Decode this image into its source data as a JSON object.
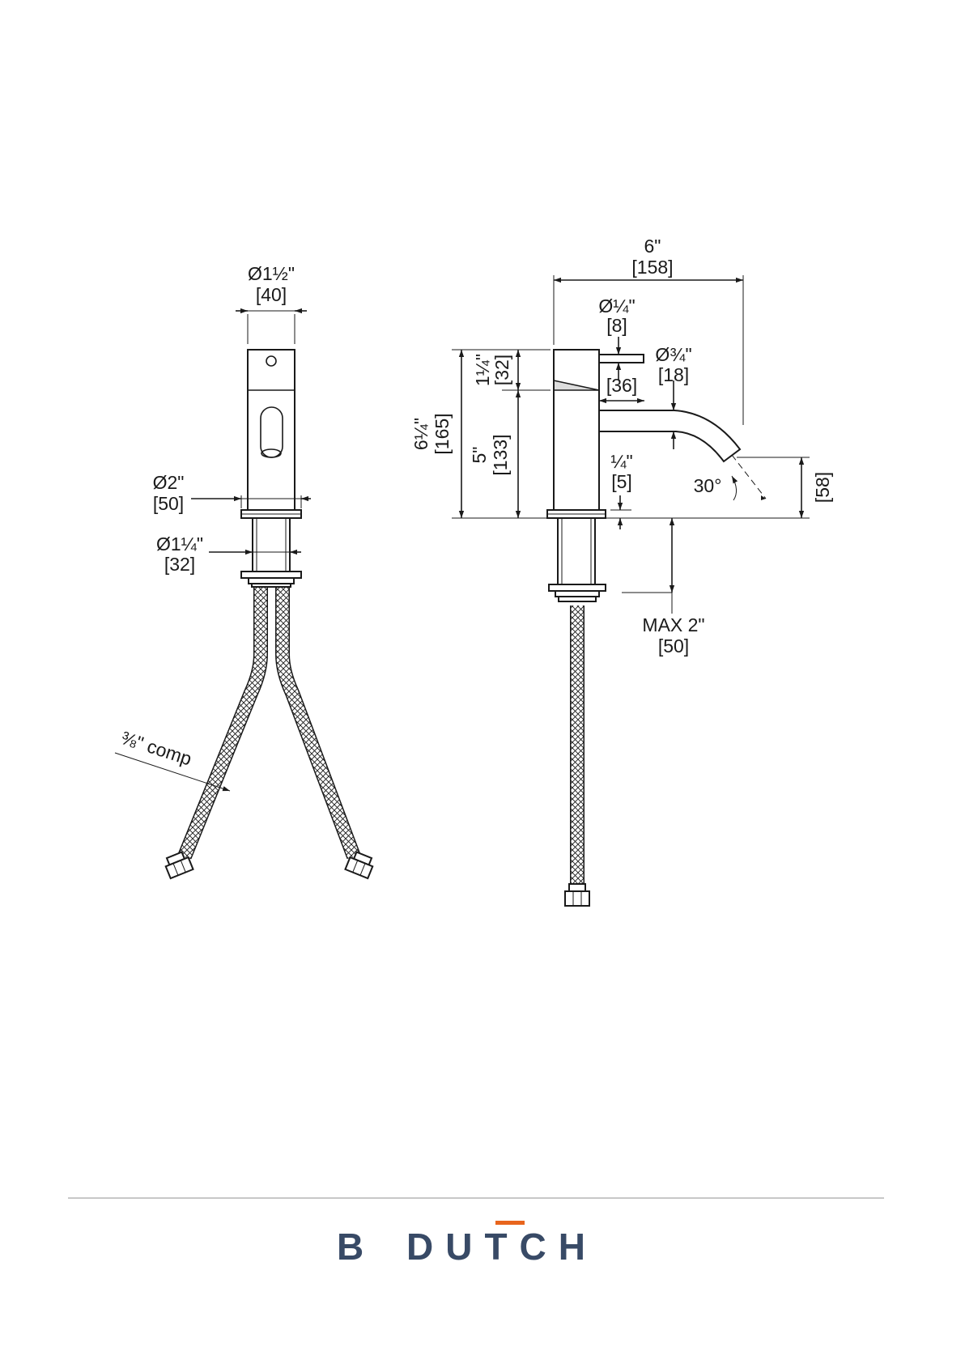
{
  "colors": {
    "line": "#1a1a1a",
    "brand": "#384a66",
    "accent": "#e8651d",
    "divider": "#b5b5b5"
  },
  "front_view": {
    "top_diameter": {
      "imperial": "Ø1½\"",
      "metric": "[40]"
    },
    "base_diameter": {
      "imperial": "Ø2\"",
      "metric": "[50]"
    },
    "shank_diameter": {
      "imperial": "Ø1¼\"",
      "metric": "[32]"
    },
    "hose_connection": "⅜\" comp"
  },
  "side_view": {
    "projection": {
      "imperial": "6\"",
      "metric": "[158]"
    },
    "handle_diameter": {
      "imperial": "Ø¼\"",
      "metric": "[8]"
    },
    "spout_diameter": {
      "imperial": "Ø¾\"",
      "metric": "[18]"
    },
    "spout_offset": {
      "metric": "[36]"
    },
    "handle_height": {
      "imperial": "1¼\"",
      "metric": "[32]"
    },
    "total_height": {
      "imperial": "6¼\"",
      "metric": "[165]"
    },
    "body_height": {
      "imperial": "5\"",
      "metric": "[133]"
    },
    "base_plate": {
      "imperial": "¼\"",
      "metric": "[5]"
    },
    "spout_angle": "30°",
    "spout_height": {
      "metric": "[58]"
    },
    "deck_thickness": {
      "imperial": "MAX 2\"",
      "metric": "[50]"
    }
  },
  "footer": {
    "logo_left": "B",
    "logo_right": "DUTCH"
  }
}
